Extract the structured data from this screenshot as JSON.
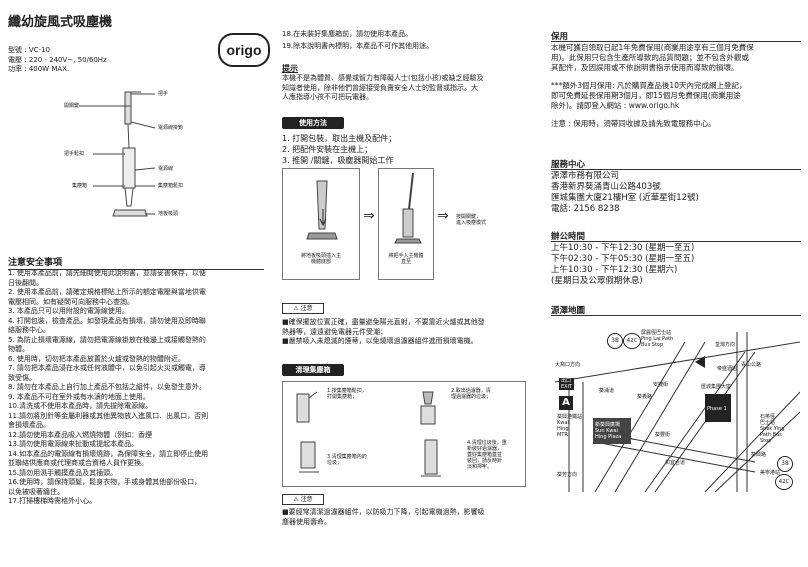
{
  "product_title": "纖幼旋風式吸塵機",
  "logo": "origo",
  "specs": [
    {
      "label": "型號",
      "value": ": VC-10"
    },
    {
      "label": "電壓",
      "value": ": 220 - 240V~, 50/60Hz"
    },
    {
      "label": "功率",
      "value": ": 400W MAX."
    }
  ],
  "diagram_labels": {
    "handle": "把手",
    "switch": "開關鍵",
    "cord_wrap": "電源線掛鉤",
    "grip_release": "把手鬆扣",
    "power_cord": "電源線",
    "dust_box": "集塵箱",
    "dust_release": "集塵箱鬆扣",
    "floor_nozzle": "地板吸頭"
  },
  "safety": {
    "heading": "注意安全事項",
    "items": [
      "1. 使用本產品前，請先細閱使用此說明書，並請妥善保存，以便",
      "    日後翻閱。",
      "2. 使用本產品前，請確定規格標貼上所示的額定電壓與當地供電",
      "    電壓相同。如有疑問可向服務中心查詢。",
      "3. 本產品只可以用附設的電源線使用。",
      "4. 打開包裝，檢查產品。如發現產品有損壞，請勿使用及即時聯",
      "    絡服務中心。",
      "5. 為防止損壞電源線，請勿把電源線掛放在稜邊上或接觸發熱的",
      "    物體。",
      "6. 使用時，切勿把本產品放置於火爐或發熱的物體附近。",
      "7. 請勿把本產品浸在水或任何液體中，以免引起火災或觸電，導",
      "    致受傷。",
      "8. 請勿在本產品上自行加上產品不包括之組件，以免發生意外。",
      "9. 本產品不可在室外或有水濆的地面上使用。",
      "10.清洗或不使用本產品時，請先拔除電源線。",
      "11.請勿將別針等金屬利器或其他異物放入進風口、出風口，否則",
      "    會損壞產品。",
      "12.請勿使用本產品吸入燃燒物體（例如：香煙",
      "13.請勿使用電源線來扯動或提起本產品。",
      "14.如本產品的電源線有損壞燒跡，為保障安全，請立即停止使用",
      "    並聯絡供應商或代理商或合資格人員作更換。",
      "15.請勿用濕手觸摸產品及其插頭。",
      "16.使用時，請保持頭髮，鬆身衣物，手或身體其他部份吸口，",
      "    以免被吸著纏住。",
      "17.打掃樓梯時需格外小心。"
    ]
  },
  "mid_top": [
    "18.在未裝好集塵箱前，請勿使用本產品。",
    "19.除本說明書內標明，本產品不可作其他用途。"
  ],
  "reminder": {
    "heading": "提示",
    "lines": [
      "本機不是為體質、感覺或智力有障礙人士(包括小孩)或缺乏經驗及",
      "知識者使用，除非他們曾經接受負責安全人士的監督或指示。大",
      "人應指導小孩不可把玩電器。"
    ]
  },
  "usage": {
    "heading": "使用方法",
    "steps": [
      "1. 打開包裝，取出主機及配件；",
      "2. 把配件安裝在主機上；",
      "3. 推開 /關鍵，吸塵器開始工作"
    ],
    "fig1_caption": [
      "將地板吸頭插入主",
      "機體底部"
    ],
    "fig2_caption": [
      "將把手入主機體",
      "直至"
    ],
    "fig3_caption": [
      "按開關鍵，",
      "進入吸塵模式"
    ],
    "arrow": "⇒"
  },
  "caution": {
    "label": "注意",
    "lines": [
      "■確保擺放位置正確，盡量避免陽光直射，不要靠近火爐或其他發",
      "  熱器等，遠遠避免電器元件受潮；",
      "■嚴禁吸入未熄滅的煙蒂，以免燒壞過濾器組件進而損壞電機。"
    ]
  },
  "cleaning": {
    "heading": "清理集塵箱",
    "steps": [
      [
        "1.按集塵箱鬆扣，",
        "打開集塵箱；"
      ],
      [
        "2.取出過濾器，清",
        "理過濾器的垃圾；"
      ],
      [
        "3.清理集塵箱內的",
        "垃圾；"
      ],
      [
        "4.清理垃圾後，重",
        "新裝好過濾器，",
        "蓋好集塵箱蓋並",
        "裝回，請反時針",
        "淡和擰牢。"
      ]
    ],
    "caution_label": "注意",
    "note_lines": [
      "■要經常清潔過濾器組件，以防吸力下降，引起電機過熱，影響吸",
      "  塵器使用壽命。"
    ]
  },
  "warranty": {
    "heading": "保用",
    "lines": [
      "本機可獲自領取日起1年免費保用(商業用途享有三個月免費保",
      "用)。此保用只包含生產所導致的品質問題；並不包含外觀或",
      "其配件，及因誤用或不依說明書指示使用而導致的損壞。",
      "",
      "***額外3個月保用: 凡於購買產品後10天內完成網上登記，",
      "即可免費延長保用期3個月，即15個月免費保用(商業用途",
      "除外)。請即登入網站 : www.origo.hk",
      "",
      "注意 : 保用時，須帶同收據及請先致電服務中心。"
    ]
  },
  "service": {
    "heading": "服務中心",
    "lines": [
      "源澤市務有限公司",
      "香港新界葵涌青山公路403號",
      "匯城集團大廈21樓H室 (近華星街12號)",
      "電話: 2156 8238"
    ]
  },
  "hours": {
    "heading": "辦公時間",
    "lines": [
      "上午10:30 - 下午12:30 (星期一至五)",
      "下午02:30 - 下午05:30 (星期一至五)",
      "上午10:30 - 下午12:30 (星期六)",
      "(星期日及公眾假期休息)"
    ]
  },
  "map": {
    "heading": "源澤地圖",
    "bus_top": [
      "38",
      "42C"
    ],
    "bus_right": [
      "38",
      "42C"
    ],
    "ping_lai": [
      "屏麗徑巴士站",
      "Ping Lai Path",
      "Bus Stop"
    ],
    "shek_ying": [
      "石英徑",
      "巴士站",
      "Shek Ying",
      "Path Bus",
      "Stop"
    ],
    "mtr": [
      "葵興港鐵站",
      "Kwai",
      "Hing",
      "MTR"
    ],
    "exit": [
      "出口",
      "EXIT"
    ],
    "exit_letter": "A",
    "sun_kwai": [
      "新葵興廣場",
      "Sun Kwai",
      "Hing Plaza"
    ],
    "kwai_chung_rd": "葵涌道",
    "kwai_yi": "葵義路",
    "kwai_fong": "葵豐街",
    "on_chuk": "安捷街",
    "castle_peak": "青山公路",
    "here": "匯城集團大廈",
    "here_en": "Phase 1",
    "wo_yi": "和宜合道",
    "hotel": "帝盛酒店",
    "kwai_hing_rd": "葵興路",
    "labels_misc": [
      "大窩口方向",
      "荃灣方向",
      "葵芳方向",
      "美寧港站",
      "Kwai Hing Rd"
    ]
  }
}
